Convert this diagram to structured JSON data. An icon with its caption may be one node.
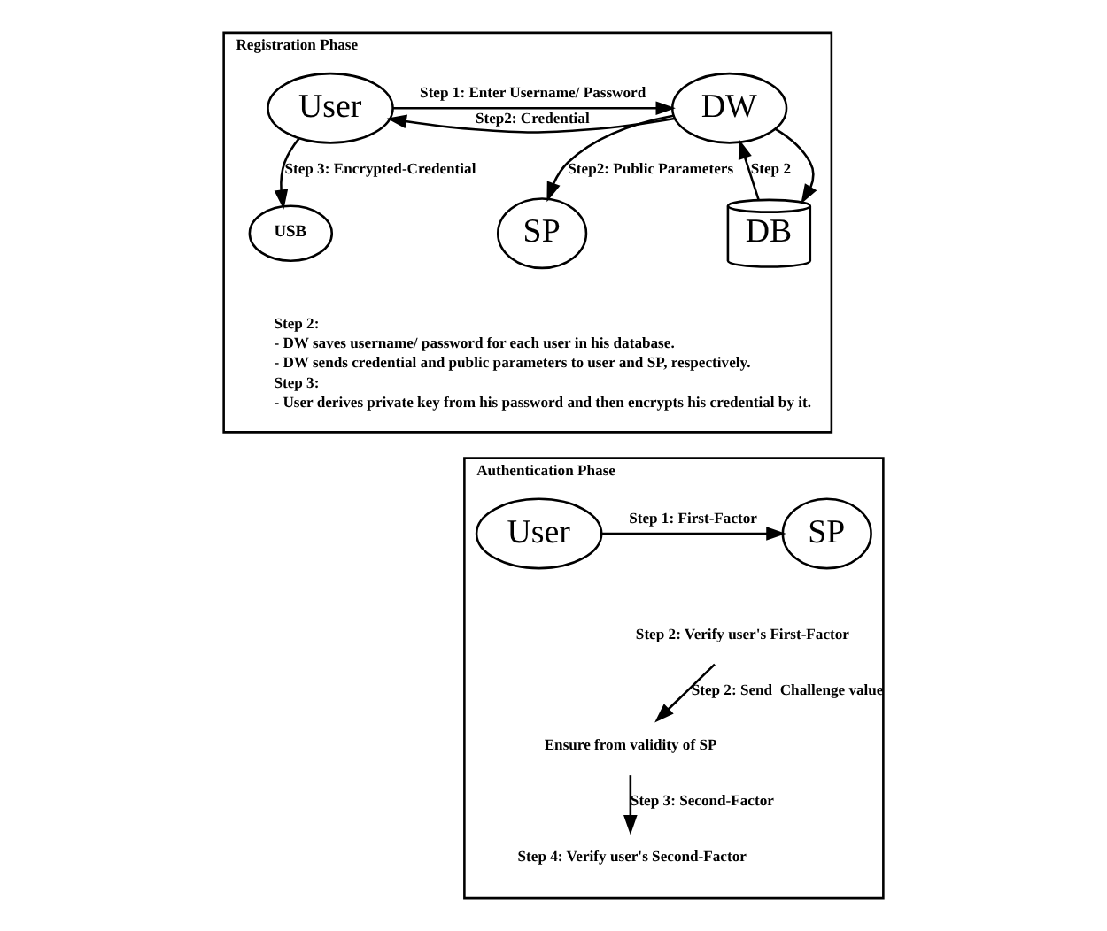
{
  "diagram": {
    "nodes": [
      {
        "text": [
          "Registration Phase"
        ]
      },
      {
        "text": [
          "User"
        ],
        "in": 0
      },
      {
        "text": [
          "DW"
        ],
        "in": 0
      },
      {
        "text": [
          "DB"
        ],
        "in": 0
      },
      {
        "text": [
          "USB"
        ],
        "in": 0
      },
      {
        "text": [
          "SP"
        ],
        "in": 0
      },
      {
        "text": [
          "Authentication Phase"
        ]
      },
      {
        "text": [
          "User"
        ],
        "in": 6
      },
      {
        "text": [
          "SP"
        ],
        "in": 6
      },
      {
        "text": [
          "Step 2: Verify user's First-Factor"
        ],
        "in": 6
      },
      {
        "text": [
          "Ensure from validity of SP"
        ],
        "in": 6
      },
      {
        "text": [
          "Step 4: Verify user's Second-Factor"
        ],
        "in": 6
      }
    ],
    "edges": [
      {
        "from": 1,
        "to": 2,
        "arrow": "to",
        "label": "Step 1: Enter Username/ Password"
      },
      {
        "from": 2,
        "to": 1,
        "arrow": "to",
        "label": "Step2: Credential"
      },
      {
        "from": 1,
        "to": 4,
        "arrow": "to",
        "label": "Step 3: Encrypted-Credential"
      },
      {
        "from": 2,
        "to": 5,
        "arrow": "to",
        "label": "Step2: Public Parameters"
      },
      {
        "from": 2,
        "to": 3,
        "arrow": "to"
      },
      {
        "from": 3,
        "to": 2,
        "arrow": "to",
        "label": "Step 2"
      },
      {
        "from": 7,
        "to": 8,
        "arrow": "to",
        "label": "Step 1: First-Factor"
      },
      {
        "from": 9,
        "to": 10,
        "arrow": "to",
        "label": "Step 2: Send  Challenge value"
      },
      {
        "from": 10,
        "to": 11,
        "arrow": "to",
        "label": "Step 3: Second-Factor"
      }
    ],
    "labels": [
      "Step 2:",
      "- DW saves username/ password for each user in his database.",
      "- DW sends credential and public parameters to user and SP, respectively.",
      "Step 3:",
      "- User derives private key from his password and then encrypts his credential by it."
    ]
  }
}
